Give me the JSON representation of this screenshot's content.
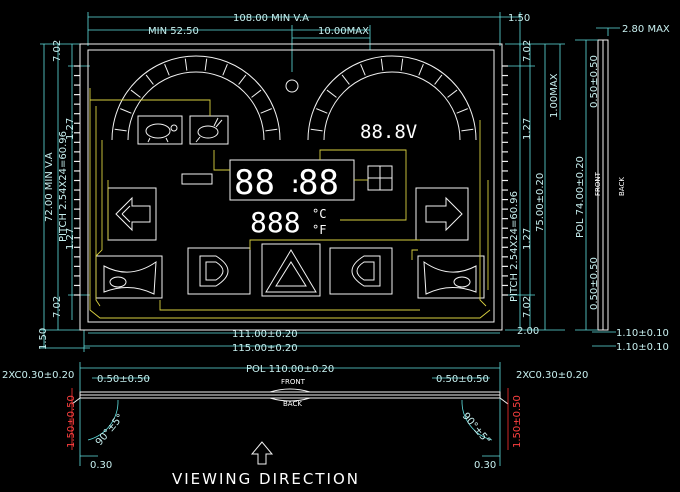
{
  "dimensions": {
    "top_width": "108.00 MIN V.A",
    "top_right": "1.50",
    "min_offset": "MIN 52.50",
    "max_offset": "10.00MAX",
    "thickness": "2.80 MAX",
    "left_height": "72.00 MIN V.A",
    "left_pitch": "PITCH 2.54X24=60.96",
    "right_pitch": "PITCH 2.54X24=60.96",
    "right_height": "75.00±0.20",
    "pol_height": "POL 74.00±0.20",
    "pin_top": "7.02",
    "pin_bottom": "7.02",
    "pin_small": "1.27",
    "pin_small_2": "1.27",
    "left_margin": "1.50",
    "right_margin": "2.00",
    "max_1": "1.00MAX",
    "side_top": "0.50±0.50",
    "side_bottom": "0.50±0.50",
    "width_inner": "111.00±0.20",
    "width_outer": "115.00±0.20",
    "side_t1": "1.10±0.10",
    "side_t2": "1.10±0.10",
    "pol_width": "POL 110.00±0.20",
    "chamfer_left": "2XC0.30±0.20",
    "chamfer_right": "2XC0.30±0.20",
    "edge_left": "0.50±0.50",
    "edge_right": "0.50±0.50",
    "height_left": "1.50±0.50",
    "height_right": "1.50±0.50",
    "angle_left": "90°±5°",
    "angle_right": "90°±5°",
    "foot_left": "0.30",
    "foot_right": "0.30"
  },
  "labels": {
    "front": "FRONT",
    "back": "BACK",
    "front_side": "FRONT",
    "back_side": "BACK",
    "viewing": "VIEWING DIRECTION"
  },
  "segments": {
    "voltage": "88.8V",
    "clock_left": "88",
    "clock_right": "88",
    "temp": "888",
    "celsius": "°C",
    "fahrenheit": "°F"
  }
}
